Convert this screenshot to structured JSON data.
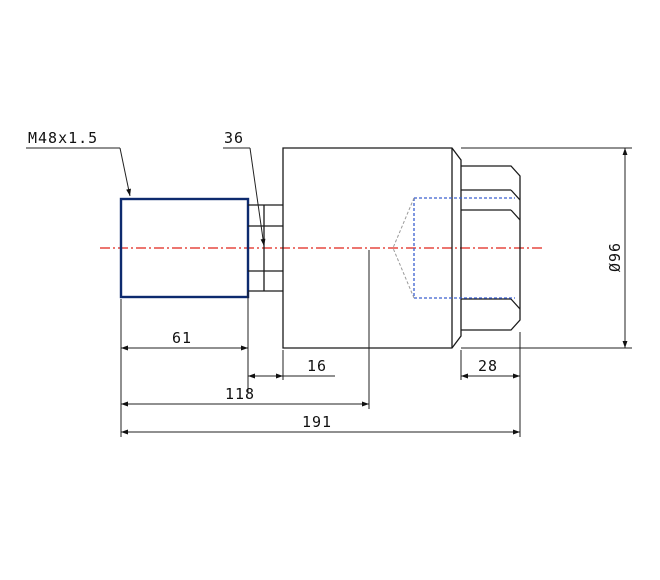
{
  "labels": {
    "thread": "M48x1.5",
    "small_diameter": "36",
    "dim_61": "61",
    "dim_16": "16",
    "dim_118": "118",
    "dim_191": "191",
    "dim_28": "28",
    "diameter_96": "Ø96"
  },
  "colors": {
    "outline": "#1a1a1a",
    "centerline": "#e0241b",
    "hidden_blue": "#3a5fcf",
    "hidden_grey": "#9a9a9a"
  }
}
